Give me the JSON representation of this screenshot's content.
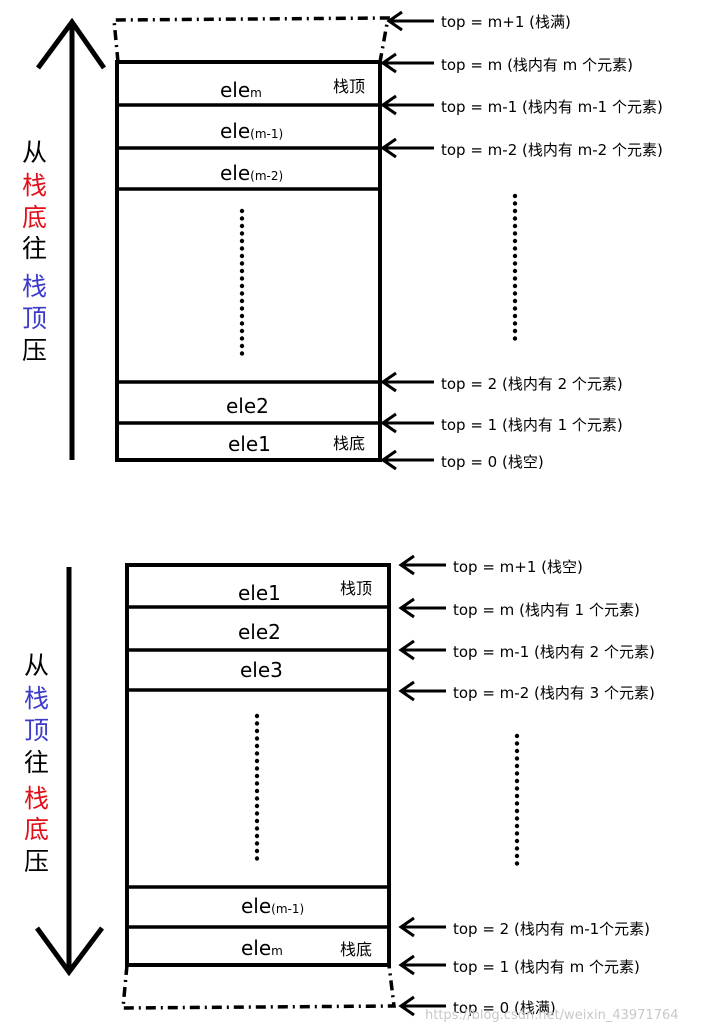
{
  "top_diagram": {
    "cells": [
      {
        "name": "ele",
        "sub": "m"
      },
      {
        "name": "ele",
        "sub": "(m-1)"
      },
      {
        "name": "ele",
        "sub": "(m-2)"
      },
      {
        "name": "ele2",
        "sub": ""
      },
      {
        "name": "ele1",
        "sub": ""
      }
    ],
    "stack_top_label": "栈顶",
    "stack_bottom_label": "栈底",
    "pointers": [
      "top = m+1 (栈满)",
      "top = m (栈内有 m 个元素)",
      "top = m-1 (栈内有 m-1 个元素)",
      "top = m-2 (栈内有 m-2 个元素)",
      "top = 2 (栈内有 2 个元素)",
      "top = 1 (栈内有 1 个元素)",
      "top = 0 (栈空)"
    ],
    "side_chars": [
      {
        "ch": "从",
        "color": "#000000"
      },
      {
        "ch": "栈",
        "color": "#e0101a"
      },
      {
        "ch": "底",
        "color": "#e0101a"
      },
      {
        "ch": "往",
        "color": "#000000"
      },
      {
        "ch": "栈",
        "color": "#3b3bc8"
      },
      {
        "ch": "顶",
        "color": "#3b3bc8"
      },
      {
        "ch": "压",
        "color": "#000000"
      }
    ]
  },
  "bottom_diagram": {
    "cells": [
      {
        "name": "ele1",
        "sub": ""
      },
      {
        "name": "ele2",
        "sub": ""
      },
      {
        "name": "ele3",
        "sub": ""
      },
      {
        "name": "ele",
        "sub": "(m-1)"
      },
      {
        "name": "ele",
        "sub": "m"
      }
    ],
    "stack_top_label": "栈顶",
    "stack_bottom_label": "栈底",
    "pointers": [
      "top = m+1 (栈空)",
      "top = m (栈内有 1 个元素)",
      "top = m-1 (栈内有 2 个元素)",
      "top = m-2 (栈内有 3 个元素)",
      "top = 2 (栈内有 m-1个元素)",
      "top = 1 (栈内有  m  个元素)",
      "top = 0 (栈满)"
    ],
    "side_chars": [
      {
        "ch": "从",
        "color": "#000000"
      },
      {
        "ch": "栈",
        "color": "#3b3bc8"
      },
      {
        "ch": "顶",
        "color": "#3b3bc8"
      },
      {
        "ch": "往",
        "color": "#000000"
      },
      {
        "ch": "栈",
        "color": "#e0101a"
      },
      {
        "ch": "底",
        "color": "#e0101a"
      },
      {
        "ch": "压",
        "color": "#000000"
      }
    ]
  },
  "watermark": "https://blog.csdn.net/weixin_43971764"
}
